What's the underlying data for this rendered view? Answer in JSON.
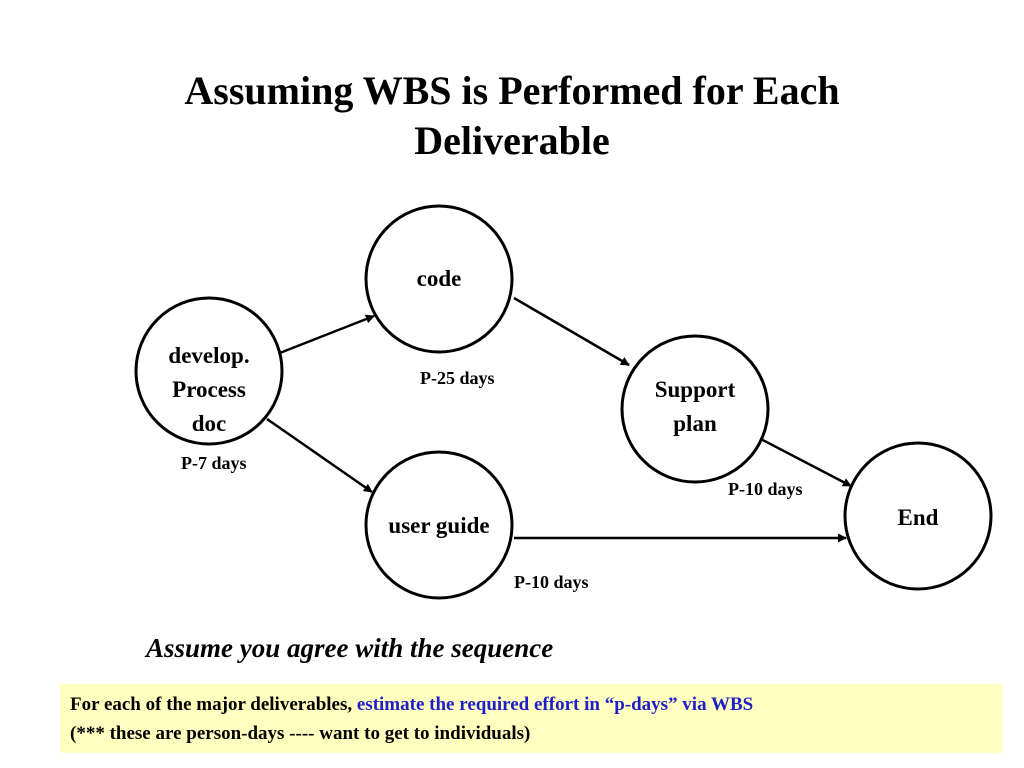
{
  "title": {
    "line1": "Assuming WBS is Performed for Each",
    "line2": "Deliverable"
  },
  "nodes": {
    "develop": {
      "lines": [
        "develop.",
        "Process",
        "doc"
      ]
    },
    "code": {
      "lines": [
        "code"
      ]
    },
    "user_guide": {
      "lines": [
        "user guide"
      ]
    },
    "support_plan": {
      "lines": [
        "Support",
        "plan"
      ]
    },
    "end": {
      "lines": [
        "End"
      ]
    }
  },
  "edge_labels": {
    "develop": "P-7 days",
    "code": "P-25 days",
    "user_guide": "P-10 days",
    "support_plan": "P-10 days"
  },
  "edges": [
    {
      "from": "develop",
      "to": "code"
    },
    {
      "from": "develop",
      "to": "user_guide"
    },
    {
      "from": "code",
      "to": "support_plan"
    },
    {
      "from": "support_plan",
      "to": "end"
    },
    {
      "from": "user_guide",
      "to": "end"
    }
  ],
  "note": "Assume you agree with the sequence",
  "instruction": {
    "prefix": "For each of the major deliverables, ",
    "highlight": "estimate the required effort in “p-days” via WBS",
    "line2": " (*** these are person-days ---- want to get to individuals)"
  },
  "colors": {
    "highlight_text": "#1f1fc9",
    "box_background": "#ffffc0"
  }
}
